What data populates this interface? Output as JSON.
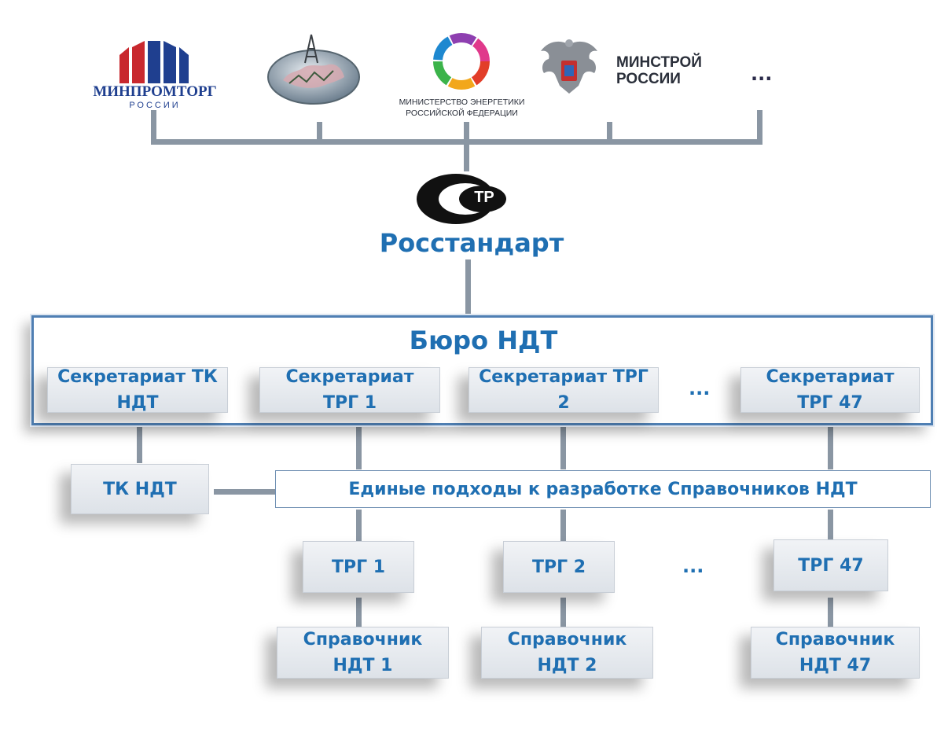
{
  "ministries": {
    "minpromtorg": {
      "line1": "МИНПРОМТОРГ",
      "line2": "РОССИИ"
    },
    "minprirody": {
      "icon": "globe-derrick-emblem"
    },
    "minenergo": {
      "line1": "МИНИСТЕРСТВО ЭНЕРГЕТИКИ",
      "line2": "РОССИЙСКОЙ ФЕДЕРАЦИИ"
    },
    "minstroy": {
      "line1": "МИНСТРОЙ",
      "line2": "РОССИИ"
    },
    "more": "..."
  },
  "rosstandart": {
    "logo_text": "ТР",
    "label": "Росстандарт"
  },
  "buro": {
    "title": "Бюро НДТ",
    "secretariats": [
      {
        "line1": "Секретариат ТК",
        "line2": "НДТ"
      },
      {
        "line1": "Секретариат",
        "line2": "ТРГ 1"
      },
      {
        "line1": "Секретариат ТРГ",
        "line2": "2"
      },
      {
        "line1": "Секретариат",
        "line2": "ТРГ 47"
      }
    ],
    "more": "..."
  },
  "tk": {
    "label": "ТК НДТ"
  },
  "approaches": {
    "label": "Единые подходы к разработке Справочников НДТ"
  },
  "trg": [
    {
      "label": "ТРГ 1"
    },
    {
      "label": "ТРГ 2"
    },
    {
      "label": "ТРГ 47"
    }
  ],
  "trg_more": "...",
  "handbooks": [
    {
      "line1": "Справочник",
      "line2": "НДТ 1"
    },
    {
      "line1": "Справочник",
      "line2": "НДТ 2"
    },
    {
      "line1": "Справочник",
      "line2": "НДТ 47"
    }
  ],
  "colors": {
    "accent": "#1f6fb2",
    "connector": "#8a96a3",
    "box": "#e4e8ed"
  }
}
